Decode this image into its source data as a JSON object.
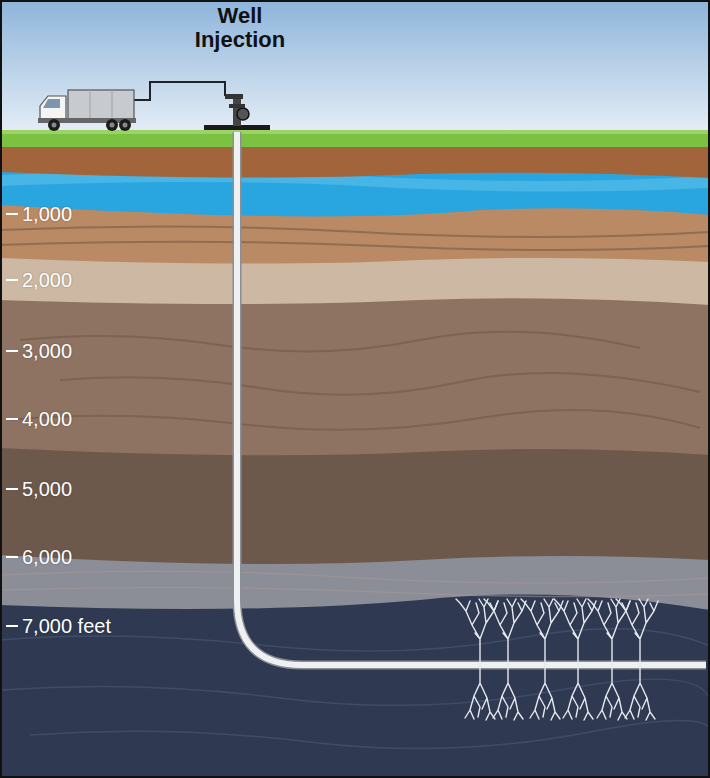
{
  "diagram": {
    "title": "Well Injection",
    "labels": [
      "1,000",
      "2,000",
      "3,000",
      "4,000",
      "5,000",
      "6,000",
      "7,000 feet"
    ]
  }
}
